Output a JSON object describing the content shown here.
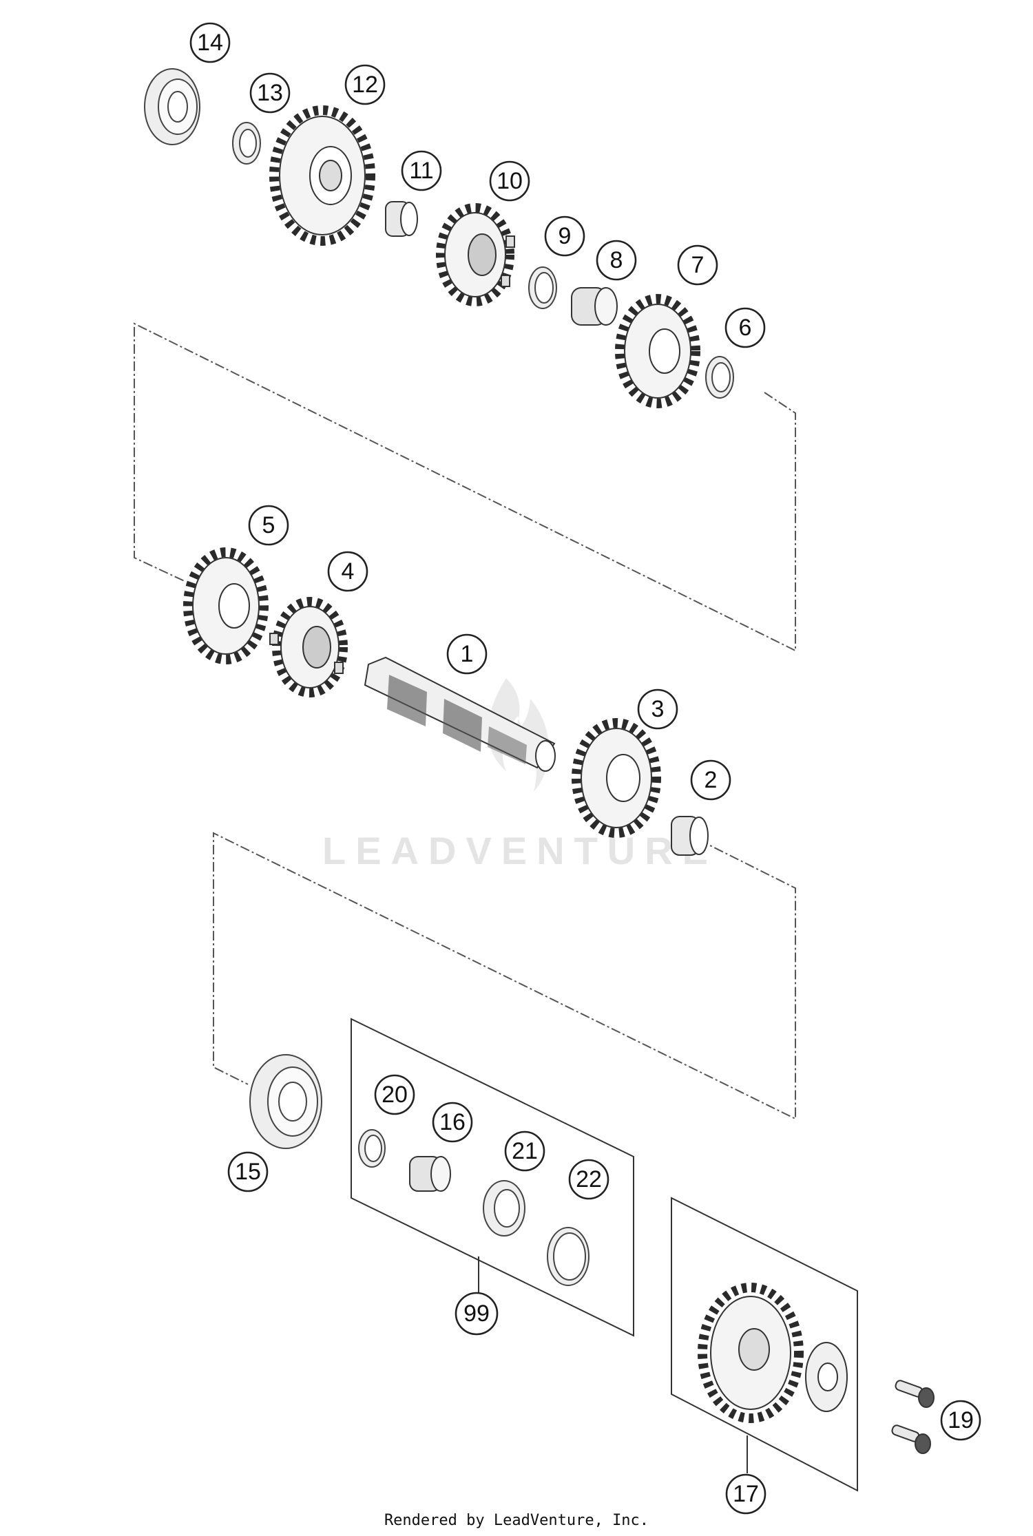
{
  "diagram": {
    "callouts": [
      "1",
      "2",
      "3",
      "4",
      "5",
      "6",
      "7",
      "8",
      "9",
      "10",
      "11",
      "12",
      "13",
      "14",
      "15",
      "16",
      "17",
      "19",
      "20",
      "21",
      "22",
      "99"
    ],
    "watermark": "LEADVENTURE",
    "credit": "Rendered by LeadVenture, Inc."
  }
}
